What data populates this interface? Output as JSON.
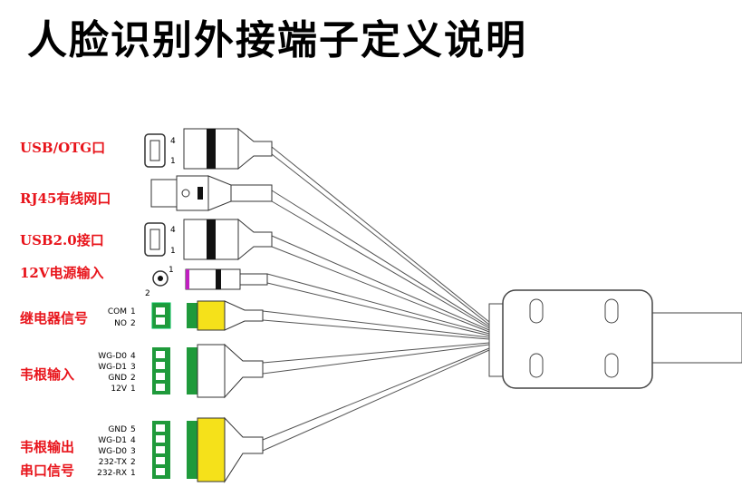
{
  "title": "人脸识别外接端子定义说明",
  "ports": [
    {
      "label": "USB/OTG口",
      "pins": [
        "4",
        "1"
      ]
    },
    {
      "label": "RJ45有线网口"
    },
    {
      "label": "USB2.0接口",
      "pins": [
        "4",
        "1"
      ]
    },
    {
      "label": "12V电源输入",
      "pins": [
        "1",
        "2"
      ]
    },
    {
      "label": "继电器信号",
      "pins": [
        {
          "name": "COM",
          "num": "1"
        },
        {
          "name": "NO",
          "num": "2"
        }
      ]
    },
    {
      "label": "韦根输入",
      "pins": [
        {
          "name": "WG-D0",
          "num": "4"
        },
        {
          "name": "WG-D1",
          "num": "3"
        },
        {
          "name": "GND",
          "num": "2"
        },
        {
          "name": "12V",
          "num": "1"
        }
      ]
    },
    {
      "label": "韦根输出",
      "label2": "串口信号",
      "pins": [
        {
          "name": "GND",
          "num": "5"
        },
        {
          "name": "WG-D1",
          "num": "4"
        },
        {
          "name": "WG-D0",
          "num": "3"
        },
        {
          "name": "232-TX",
          "num": "2"
        },
        {
          "name": "232-RX",
          "num": "1"
        }
      ]
    }
  ],
  "colors": {
    "label": "#e8141b",
    "terminal": "#1f9a3b",
    "yellow": "#f5e11a"
  }
}
